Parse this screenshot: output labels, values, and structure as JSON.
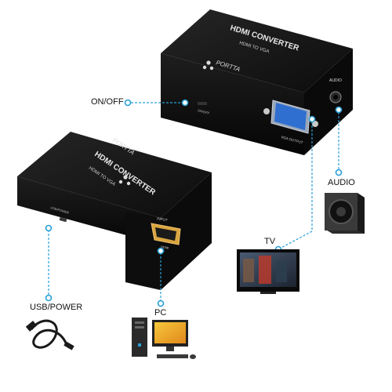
{
  "labels": {
    "on_off": "ON/OFF",
    "audio": "AUDIO",
    "tv": "TV",
    "usb_power": "USB/POWER",
    "pc": "PC"
  },
  "device_back": {
    "title": "HDMI CONVERTER",
    "subtitle": "HDMI TO VGA",
    "brand": "PORTTA",
    "vga_port_label": "VGA OUTPUT",
    "audio_port_label": "AUDIO",
    "switch_label": "ON/OFF"
  },
  "device_front": {
    "title": "HDMI CONVERTER",
    "subtitle": "HDMI TO VGA",
    "brand": "PORTTA",
    "input_label": "INPUT",
    "hdmi_label": "HDMI",
    "usb_port_label": "USB/POWER"
  },
  "colors": {
    "accent": "#2a9fd8",
    "device_body": "#1a1a1a",
    "device_top": "#101010",
    "vga_blue": "#2f6fd0",
    "hdmi_gold": "#d9a441"
  }
}
